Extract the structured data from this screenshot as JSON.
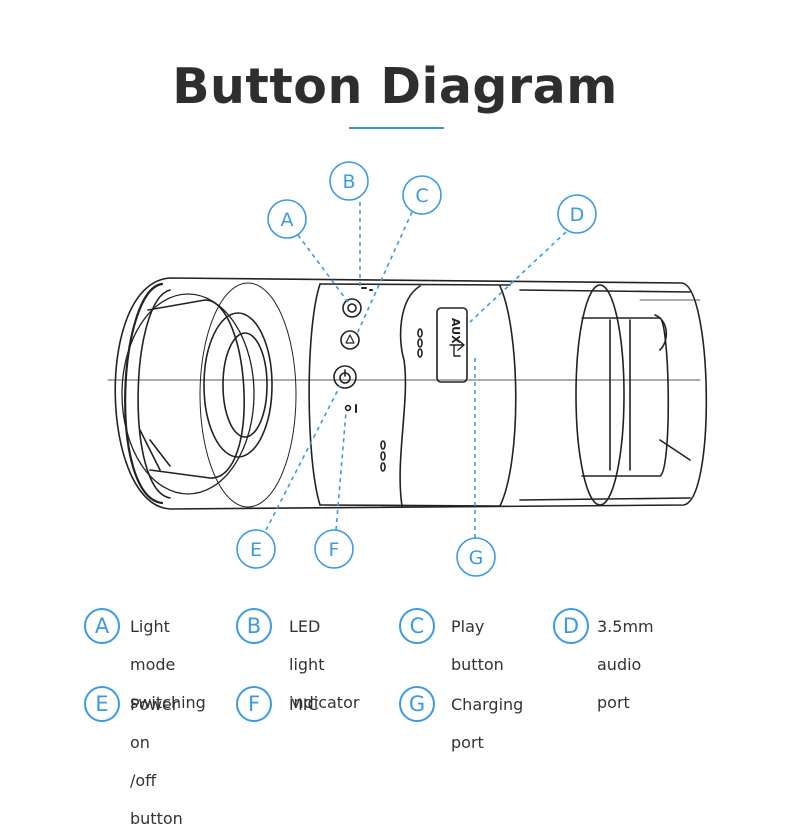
{
  "title": "Button Diagram",
  "colors": {
    "accent": "#3a9be0",
    "title": "#2e2e2e",
    "text": "#333333",
    "drawing": "#222222"
  },
  "device": {
    "aux_label": "AUX"
  },
  "callouts": [
    "A",
    "B",
    "C",
    "D",
    "E",
    "F",
    "G"
  ],
  "legend": [
    {
      "letter": "A",
      "text": "Light mode\nswitching"
    },
    {
      "letter": "B",
      "text": "LED light\nindicator"
    },
    {
      "letter": "C",
      "text": "Play button"
    },
    {
      "letter": "D",
      "text": "3.5mm audio port"
    },
    {
      "letter": "E",
      "text": "Power on\n/off button"
    },
    {
      "letter": "F",
      "text": "MIC"
    },
    {
      "letter": "G",
      "text": "Charging port"
    }
  ]
}
